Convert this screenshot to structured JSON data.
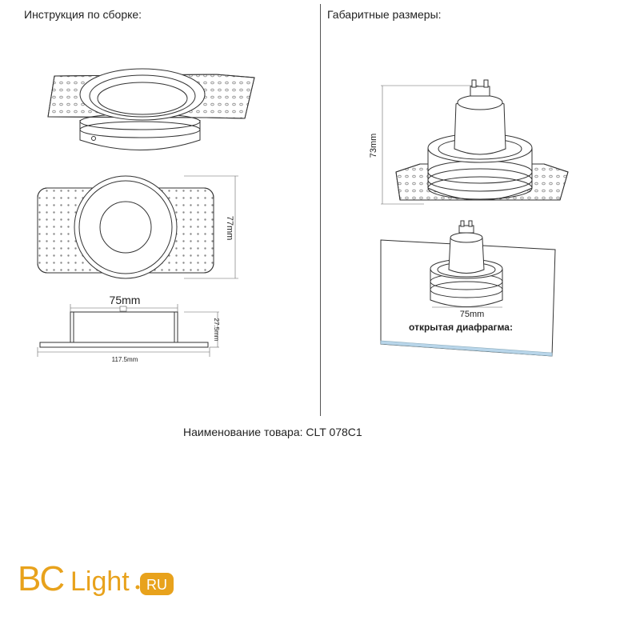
{
  "headings": {
    "assembly": "Инструкция по сборке:",
    "dimensions": "Габаритные размеры:"
  },
  "dimension_labels": {
    "width_front": "75mm",
    "height_side": "77mm",
    "depth_side": "27.5mm",
    "total_width": "117.5mm",
    "overall_height": "73mm",
    "installed_width": "75mm"
  },
  "caption_open_aperture": "открытая диафрагма:",
  "product": {
    "label": "Наименование товара: CLT 078C1"
  },
  "logo": {
    "text": "BCLight.RU",
    "colors": {
      "brand": "#e8a21c",
      "badge": "#e8a21c",
      "badge_text": "#ffffff"
    }
  }
}
